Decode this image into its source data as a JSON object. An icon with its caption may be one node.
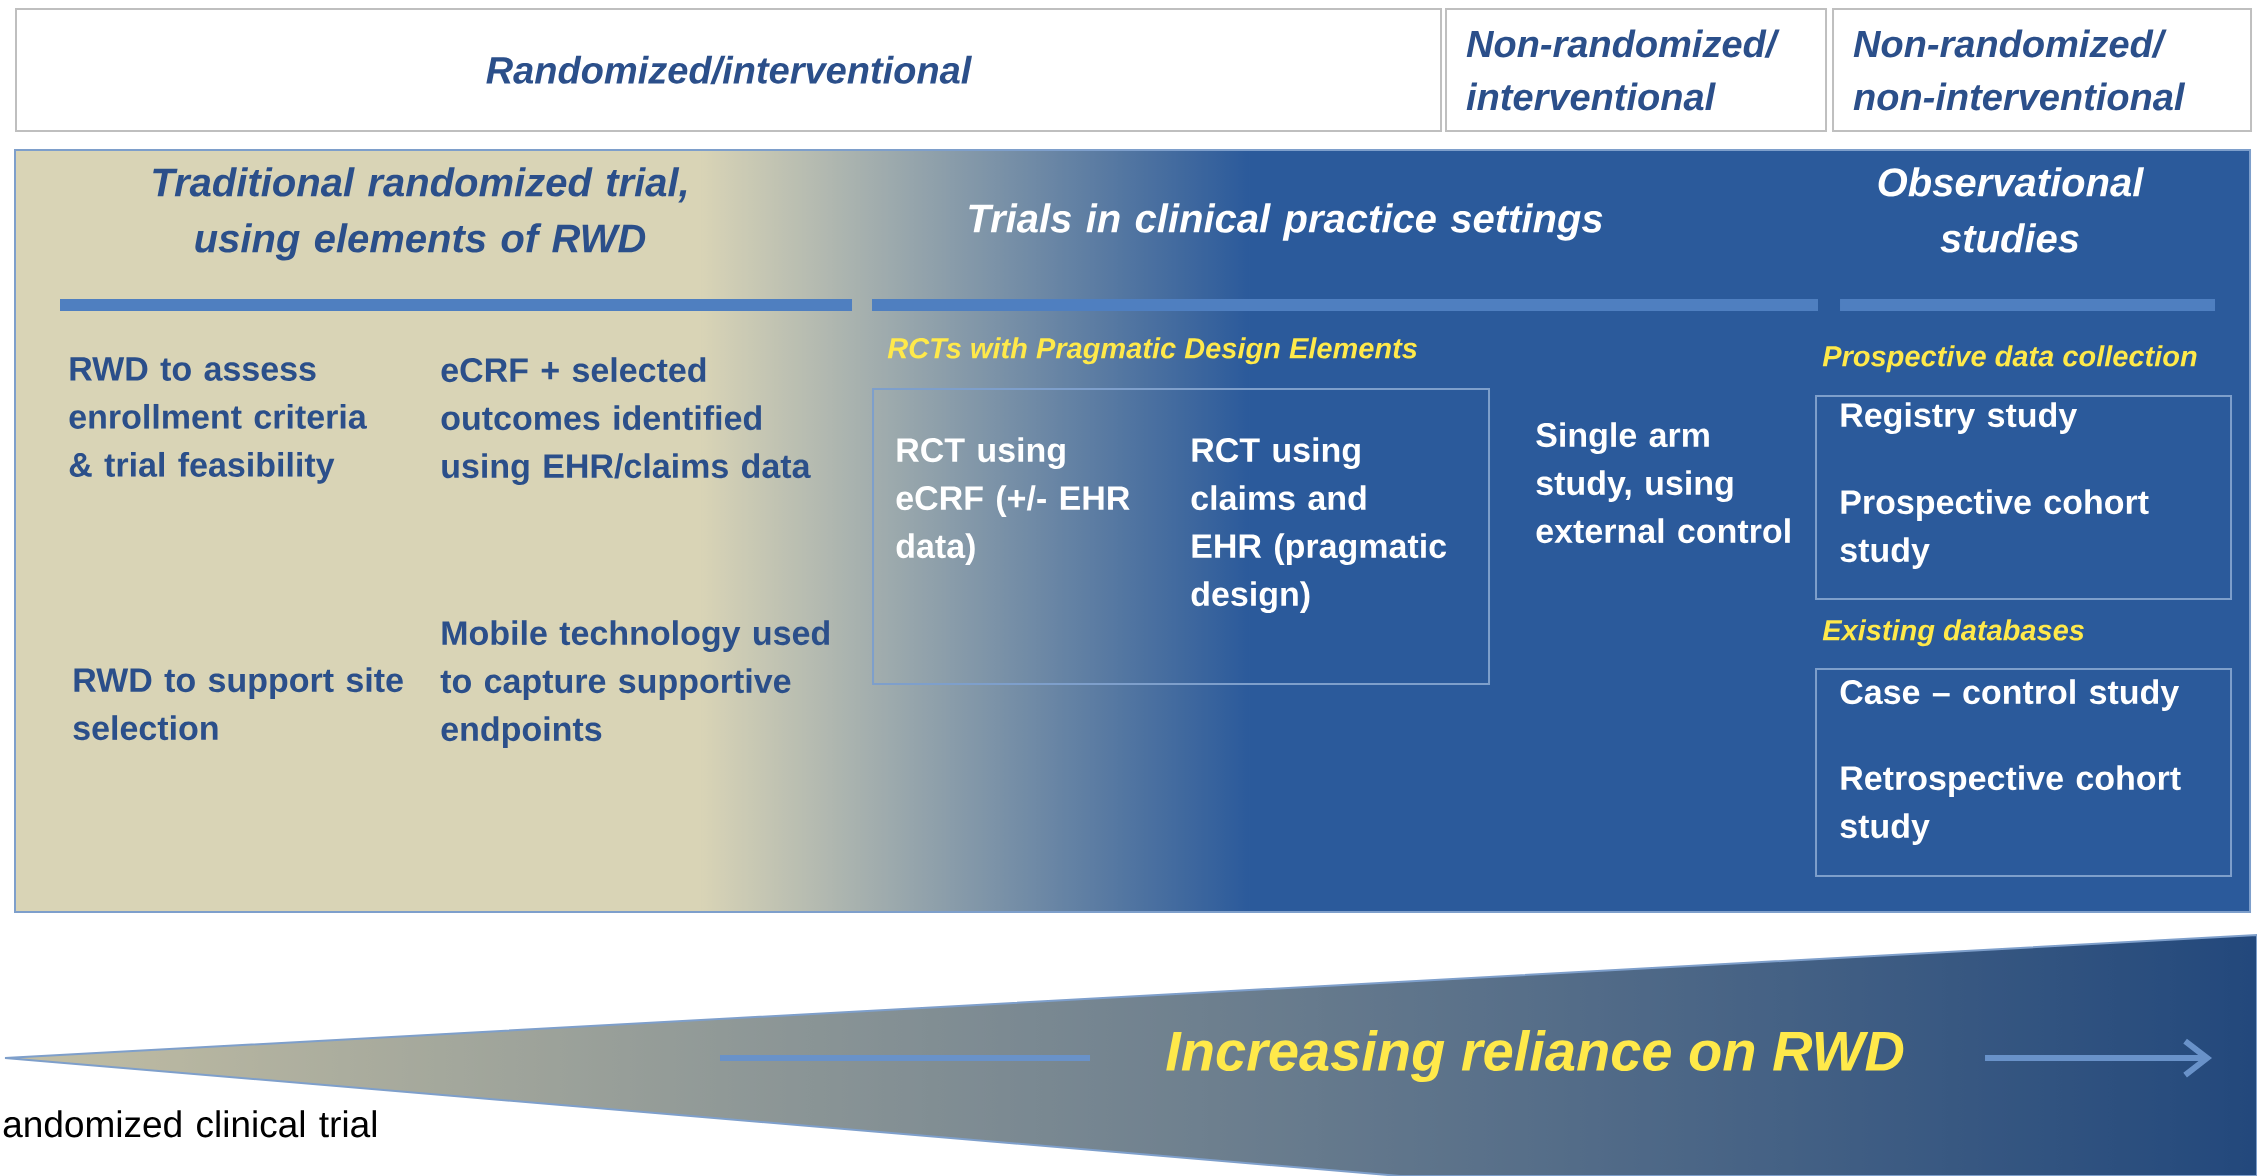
{
  "diagram": {
    "nodes": [
      {
        "text": [
          "Randomized/interventional"
        ]
      },
      {
        "text": [
          "Non-randomized/ interventional"
        ]
      },
      {
        "text": [
          "Non-randomized/ non-interventional"
        ]
      },
      {
        "text": [
          "RCTs with Pragmatic Design Elements",
          "RCT using eCRF (+/- EHR data)",
          "RCT using claims and EHR (pragmatic design)"
        ]
      },
      {
        "text": [
          "Prospective data collection",
          "Registry study",
          "Prospective cohort study"
        ]
      },
      {
        "text": [
          "Existing databases",
          "Case – control study",
          "Retrospective cohort study"
        ]
      },
      {
        "text": [
          "Increasing reliance on RWD"
        ]
      }
    ],
    "labels": [
      "Traditional randomized trial, using elements of RWD",
      "Trials in clinical practice settings",
      "Observational studies",
      "RWD to assess enrollment criteria & trial feasibility",
      "eCRF + selected outcomes identified using EHR/claims data",
      "Single arm study, using external control",
      "Mobile technology used to capture supportive endpoints",
      "RWD to support site selection",
      "andomized clinical trial"
    ]
  }
}
